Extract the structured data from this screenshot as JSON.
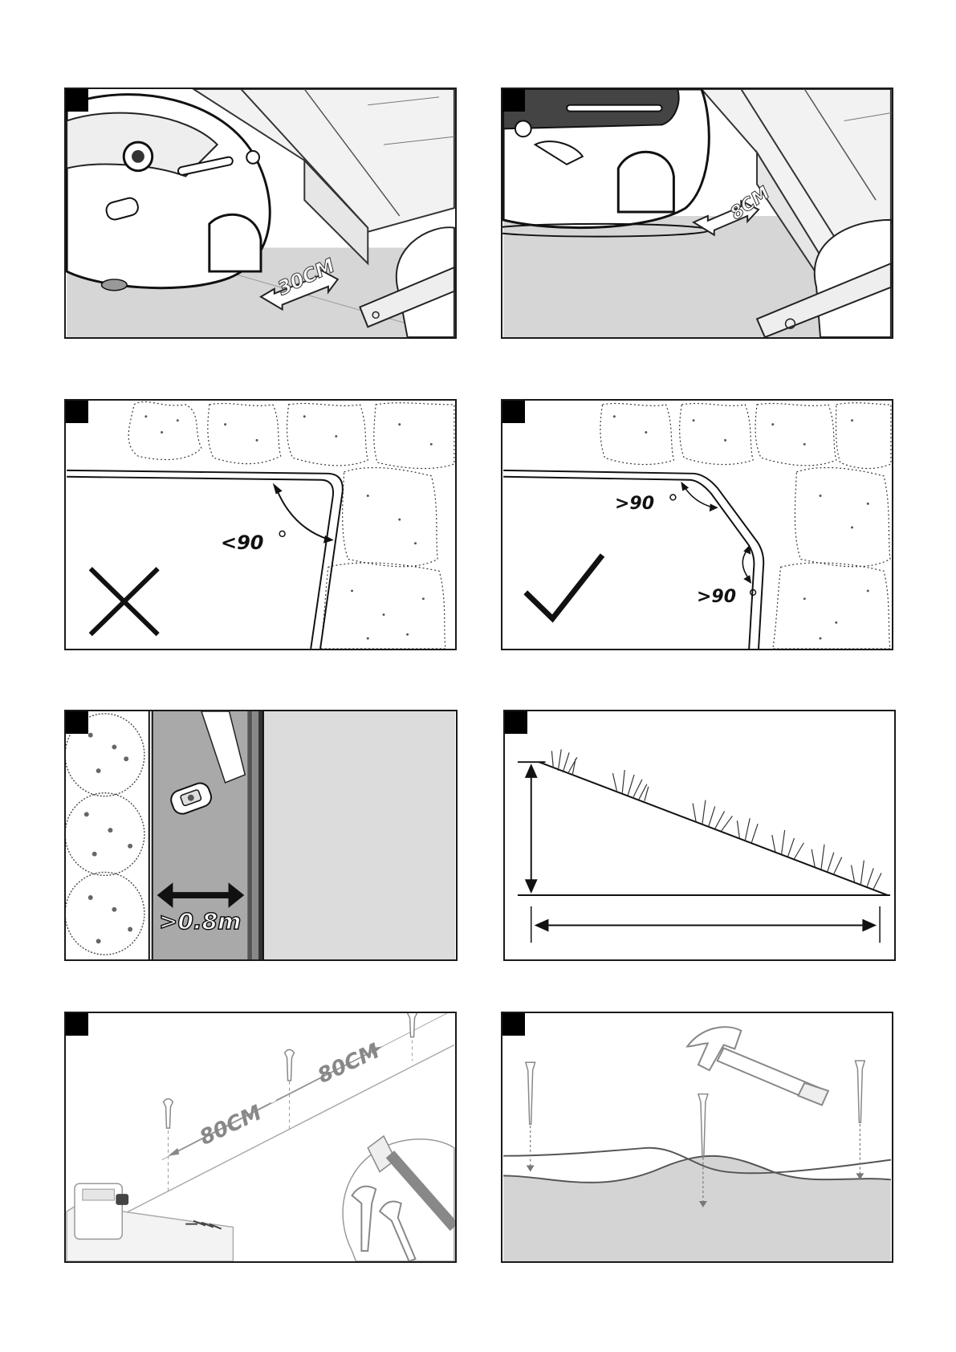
{
  "panels": {
    "p1": {
      "distance_label": "30CM"
    },
    "p2": {
      "distance_label": "8CM"
    },
    "p3": {
      "angle_label": "<90"
    },
    "p4": {
      "angle_label_top": ">90",
      "angle_label_side": ">90"
    },
    "p5": {
      "width_label": ">0.8m"
    },
    "p7": {
      "spacing_label_1": "80CM",
      "spacing_label_2": "80CM"
    }
  },
  "colors": {
    "outline": "#1a1a1a",
    "badge": "#000000",
    "ground_gray": "#d6d6d6",
    "lawn_gray": "#c8c8c8",
    "path_gray": "#a9a9a9"
  }
}
